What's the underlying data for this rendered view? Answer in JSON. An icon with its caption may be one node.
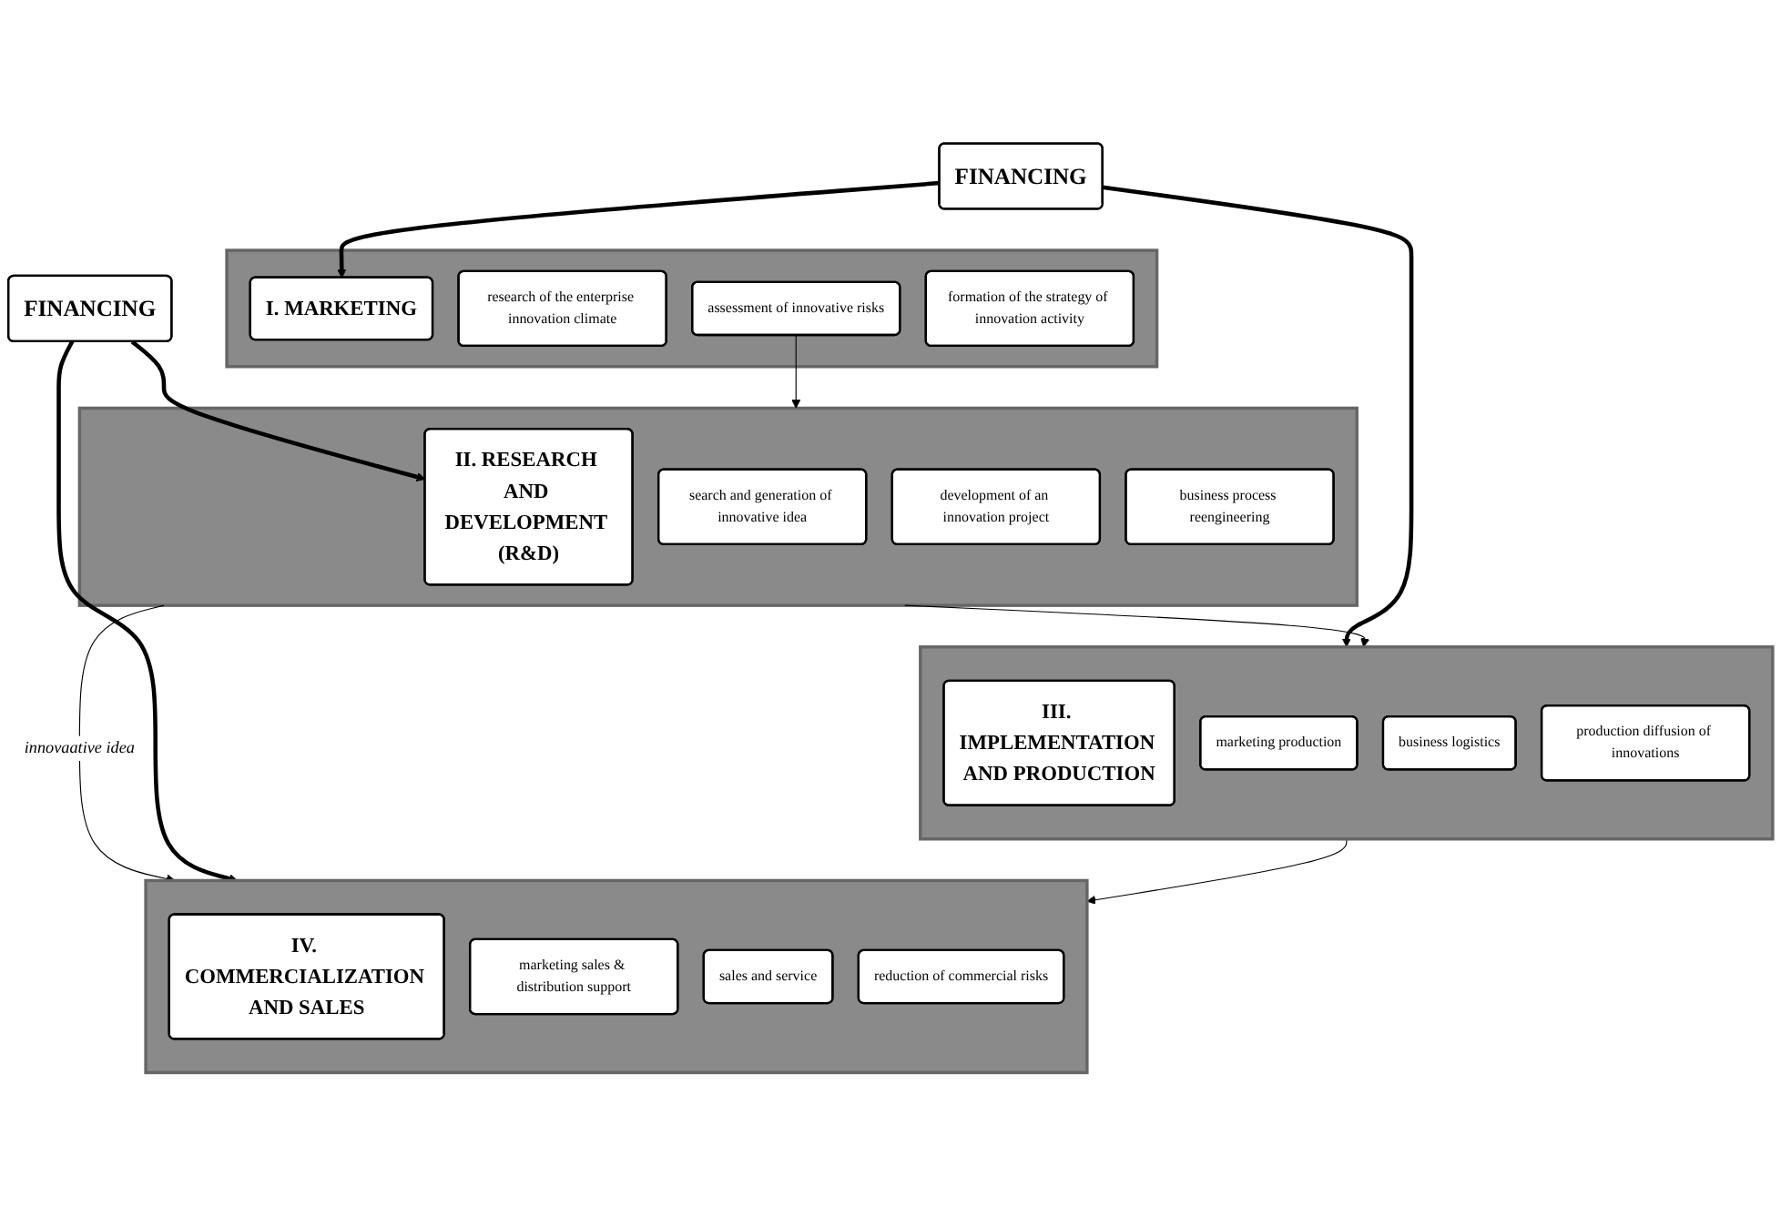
{
  "diagram": {
    "nodes": [
      {
        "text": [
          "FINANCING"
        ]
      },
      {
        "text": [],
        "shape": "box"
      },
      {
        "text": [
          "I. MARKETING"
        ],
        "in": 1
      },
      {
        "text": [
          "research of the enterprise innovation climate"
        ],
        "in": 1
      },
      {
        "text": [
          "assessment of innovative risks"
        ],
        "in": 1
      },
      {
        "text": [
          "formation of the strategy of innovation activity"
        ],
        "in": 1
      },
      {
        "text": [
          "FINANCING"
        ]
      },
      {
        "text": [],
        "shape": "box"
      },
      {
        "text": [
          "II. RESEARCH AND DEVELOPMENT (R&D)"
        ],
        "in": 7
      },
      {
        "text": [
          "search and generation of innovative idea"
        ],
        "in": 7
      },
      {
        "text": [
          "development of an innovation project"
        ],
        "in": 7
      },
      {
        "text": [
          "business process reengineering"
        ],
        "in": 7
      },
      {
        "text": [],
        "shape": "box"
      },
      {
        "text": [
          "III. IMPLEMENTATION AND PRODUCTION"
        ],
        "in": 12
      },
      {
        "text": [
          "marketing production"
        ],
        "in": 12
      },
      {
        "text": [
          "business logistics"
        ],
        "in": 12
      },
      {
        "text": [
          "production diffusion of innovations"
        ],
        "in": 12
      },
      {
        "text": [],
        "shape": "box"
      },
      {
        "text": [
          "IV. COMMERCIALIZATION AND SALES"
        ],
        "in": 17
      },
      {
        "text": [
          "marketing sales & distribution support"
        ],
        "in": 17
      },
      {
        "text": [
          "sales and service"
        ],
        "in": 17
      },
      {
        "text": [
          "reduction of commercial risks"
        ],
        "in": 17
      }
    ],
    "edges": [
      {
        "from": 0,
        "to": 2,
        "arrow": "to",
        "style": "thick"
      },
      {
        "from": 4,
        "to": 7,
        "arrow": "to"
      },
      {
        "from": 6,
        "to": 8,
        "arrow": "to",
        "style": "thick"
      },
      {
        "from": 0,
        "to": 12,
        "arrow": "to",
        "style": "thick"
      },
      {
        "from": 7,
        "to": 12,
        "arrow": "to"
      },
      {
        "from": 7,
        "to": 17,
        "arrow": "to",
        "label": "innovaative idea"
      },
      {
        "from": 6,
        "to": 17,
        "arrow": "to",
        "style": "thick"
      },
      {
        "from": 12,
        "to": 17,
        "arrow": "to"
      }
    ]
  }
}
